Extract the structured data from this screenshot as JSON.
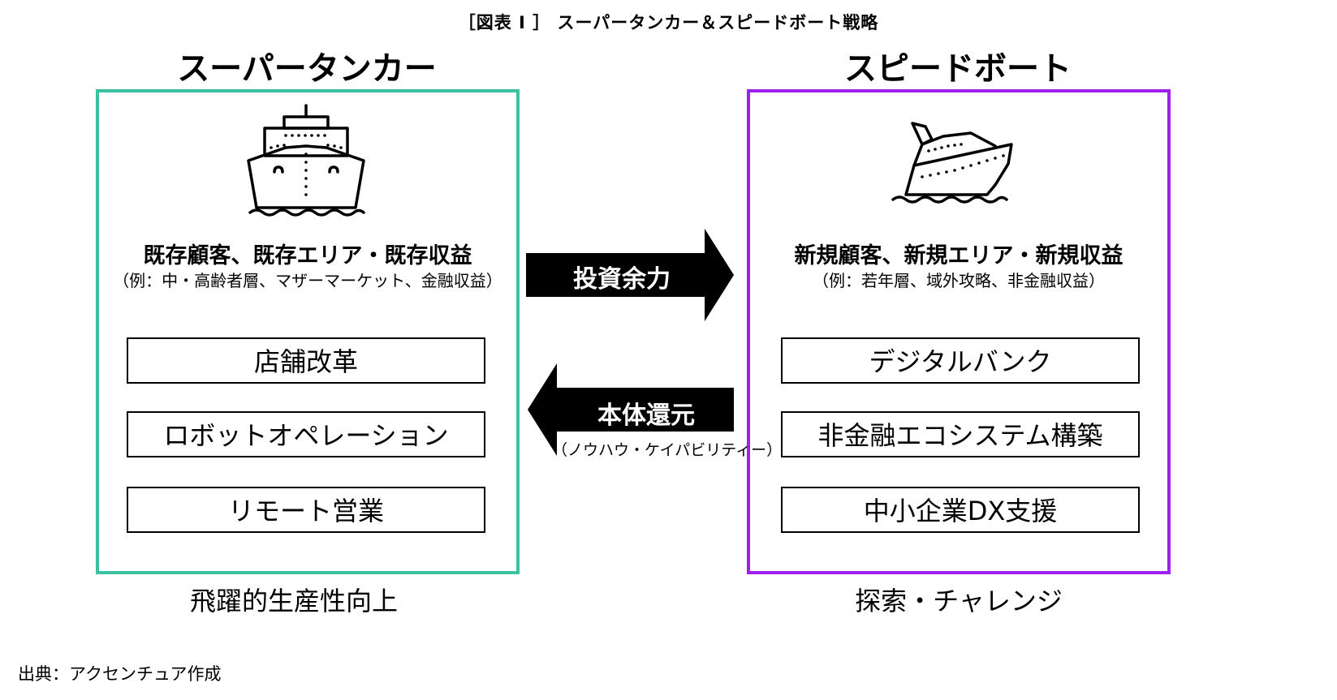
{
  "figure": {
    "title": "［図表 I ］ スーパータンカー＆スピードボート戦略"
  },
  "left": {
    "heading": "スーパータンカー",
    "icon": "ship-icon",
    "border_color": "#3cc0a0",
    "segment_title": "既存顧客、既存エリア・既存収益",
    "segment_example": "（例：中・高齢者層、マザーマーケット、金融収益）",
    "items": [
      "店舗改革",
      "ロボットオペレーション",
      "リモート営業"
    ],
    "caption": "飛躍的生産性向上"
  },
  "right": {
    "heading": "スピードボート",
    "icon": "speedboat-icon",
    "border_color": "#a020f0",
    "segment_title": "新規顧客、新規エリア・新規収益",
    "segment_example": "（例：若年層、域外攻略、非金融収益）",
    "items": [
      "デジタルバンク",
      "非金融エコシステム構築",
      "中小企業DX支援"
    ],
    "caption": "探索・チャレンジ"
  },
  "arrows": {
    "forward": {
      "label": "投資余力"
    },
    "back": {
      "label": "本体還元",
      "sub": "（ノウハウ・ケイパビリティー）"
    }
  },
  "source": "出典：アクセンチュア作成"
}
